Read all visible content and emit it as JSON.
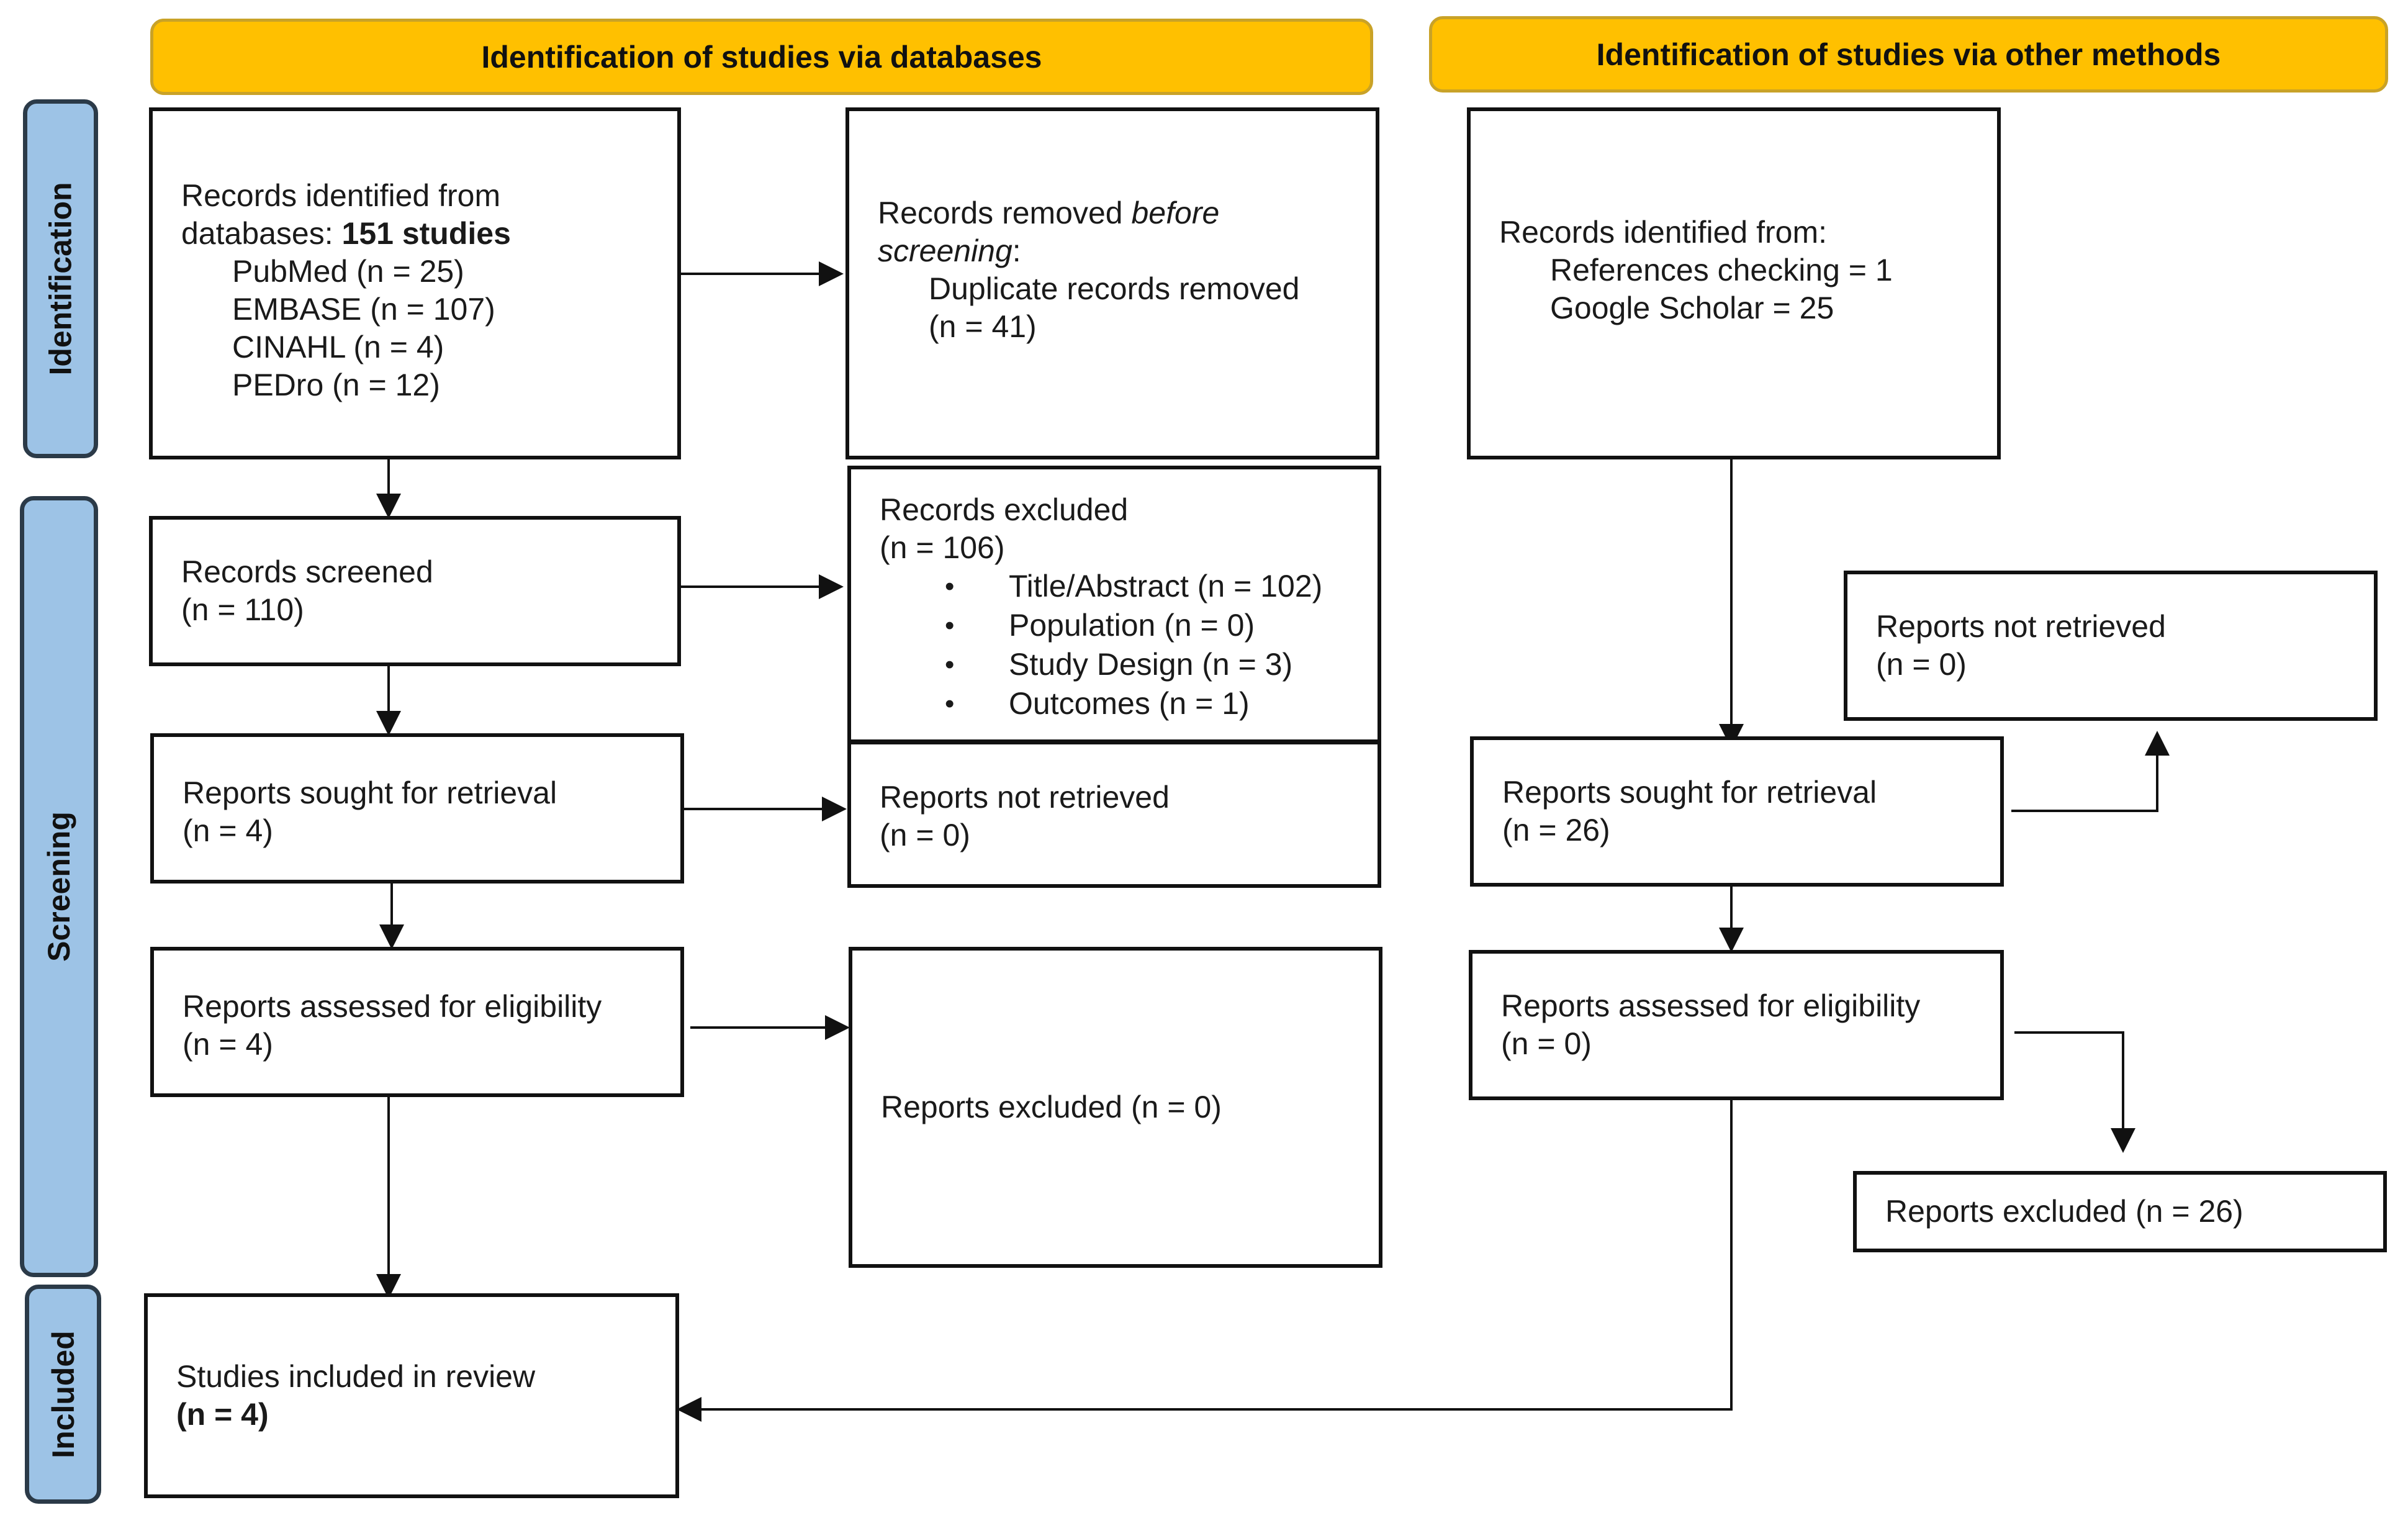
{
  "headers": {
    "databases": "Identification of studies via databases",
    "other": "Identification of studies via other methods"
  },
  "phases": {
    "identification": "Identification",
    "screening": "Screening",
    "included": "Included"
  },
  "db": {
    "identified": {
      "line1": "Records identified from",
      "line2_prefix": "databases: ",
      "line2_bold": "151 studies",
      "sources": [
        "PubMed (n = 25)",
        "EMBASE (n = 107)",
        "CINAHL (n = 4)",
        "PEDro (n = 12)"
      ]
    },
    "removed": {
      "prefix": "Records removed ",
      "italic1": "before",
      "italic2": "screening",
      "suffix": ":",
      "line1": "Duplicate records removed",
      "line2": "(n = 41)"
    },
    "screened": {
      "title": "Records screened",
      "n": "(n = 110)"
    },
    "excluded": {
      "title": "Records excluded",
      "n": "(n = 106)",
      "reasons": [
        "Title/Abstract (n = 102)",
        "Population (n = 0)",
        "Study Design (n = 3)",
        "Outcomes (n = 1)"
      ]
    },
    "sought": {
      "title": "Reports sought for retrieval",
      "n": "(n = 4)"
    },
    "not_retrieved": {
      "title": "Reports not retrieved",
      "n": "(n = 0)"
    },
    "assessed": {
      "title": "Reports assessed for eligibility",
      "n": "(n = 4)"
    },
    "reports_excluded": "Reports excluded (n = 0)",
    "included": {
      "title": "Studies included in review",
      "n": "(n = 4)"
    }
  },
  "other": {
    "identified": {
      "title": "Records identified from:",
      "sources": [
        "References checking = 1",
        "Google Scholar = 25"
      ]
    },
    "not_retrieved": {
      "title": "Reports not retrieved",
      "n": "(n = 0)"
    },
    "sought": {
      "title": "Reports sought for retrieval",
      "n": "(n = 26)"
    },
    "assessed": {
      "title": "Reports assessed for eligibility",
      "n": "(n = 0)"
    },
    "reports_excluded": "Reports excluded (n = 26)"
  }
}
